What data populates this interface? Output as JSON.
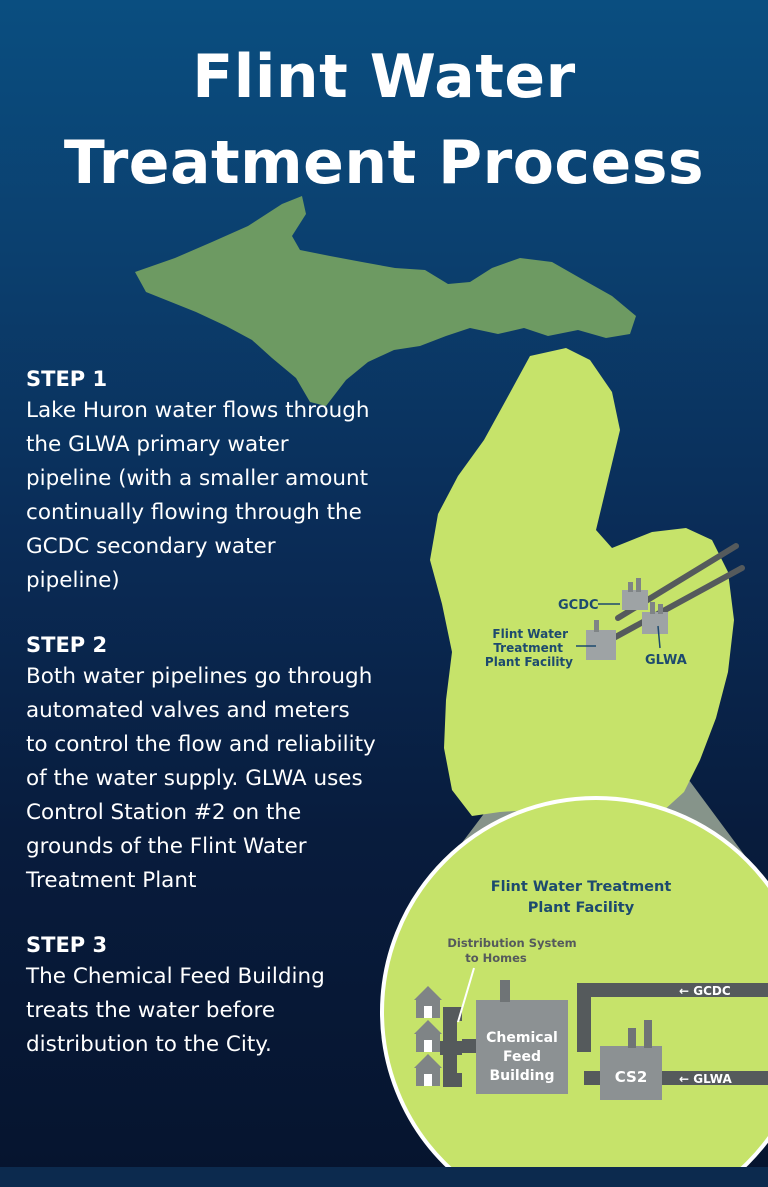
{
  "title": {
    "line1": "Flint Water",
    "line2": "Treatment Process"
  },
  "steps": [
    {
      "label": "STEP 1",
      "text": "Lake Huron water flows through the GLWA primary water pipeline (with a smaller amount continually flowing through the GCDC secondary water pipeline)"
    },
    {
      "label": "STEP 2",
      "text": "Both water pipelines go through automated valves and meters to control the flow and reliability of the water supply. GLWA uses Control Station #2 on the grounds of the Flint Water Treatment Plant"
    },
    {
      "label": "STEP 3",
      "text": "The Chemical Feed Building treats the water before distribution to the City."
    }
  ],
  "map": {
    "gcdc_label": "GCDC",
    "glwa_label": "GLWA",
    "facility_label_1": "Flint Water",
    "facility_label_2": "Treatment",
    "facility_label_3": "Plant Facility"
  },
  "detail": {
    "title_1": "Flint Water Treatment",
    "title_2": "Plant Facility",
    "distribution_1": "Distribution System",
    "distribution_2": "to Homes",
    "chemical_1": "Chemical",
    "chemical_2": "Feed",
    "chemical_3": "Building",
    "cs2": "CS2",
    "gcdc_arrow": "← GCDC",
    "glwa_arrow": "← GLWA"
  },
  "colors": {
    "background_top": "#0a4e80",
    "background_bottom": "#06142e",
    "lower_peninsula": "#c6e36a",
    "upper_peninsula": "#6d9a62",
    "pipe": "#555a5c",
    "building": "#9ea3a5",
    "label_blue": "#1d4a6e"
  }
}
